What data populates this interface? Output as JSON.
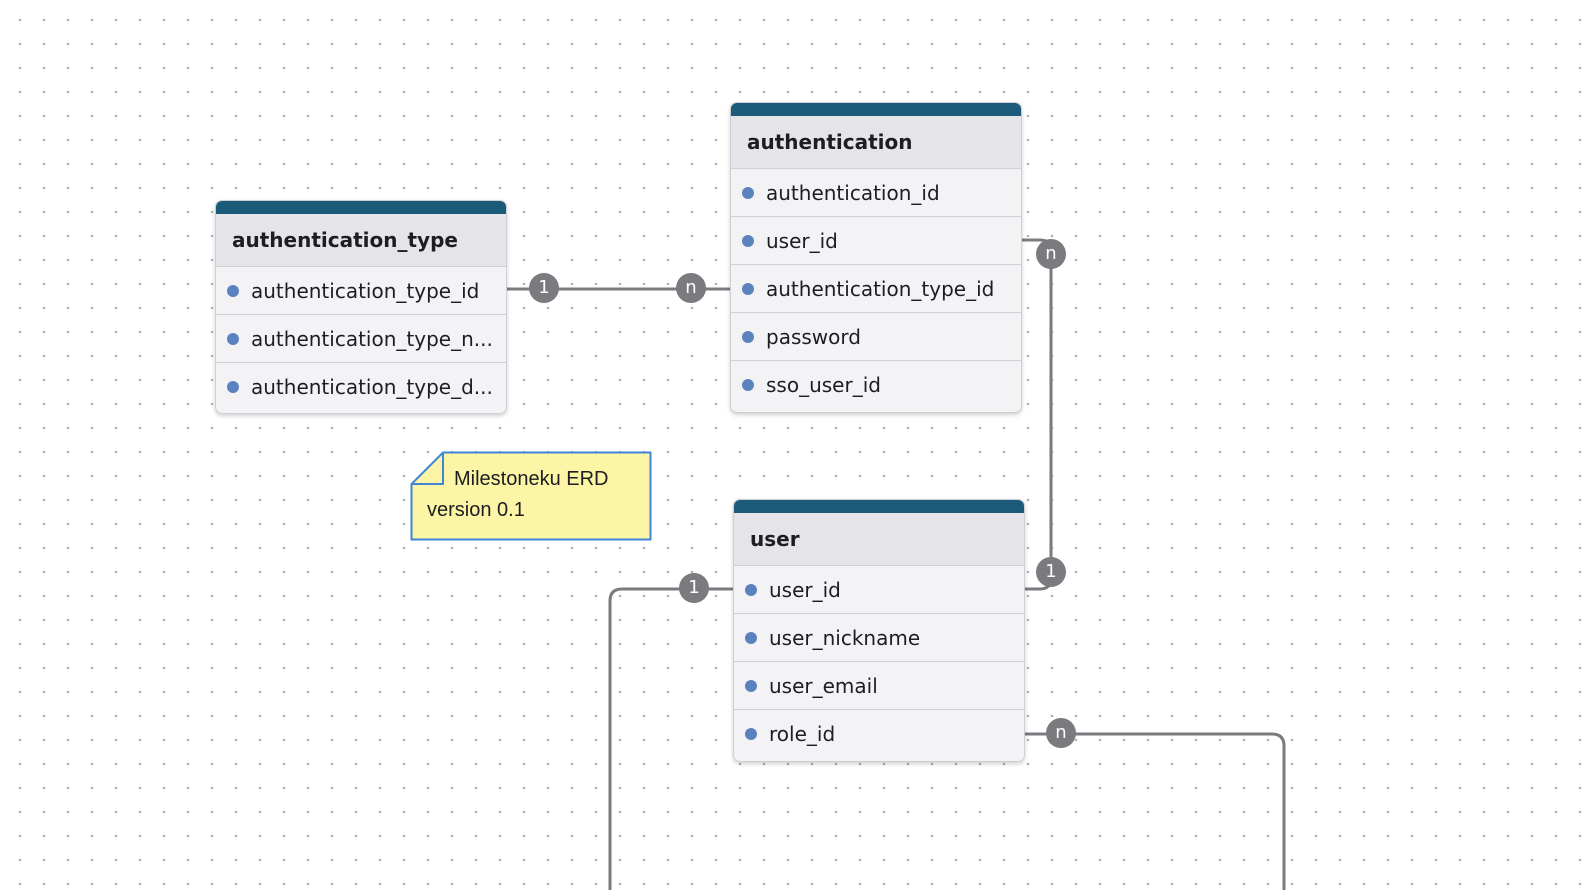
{
  "tables": {
    "authentication_type": {
      "title": "authentication_type",
      "columns": [
        "authentication_type_id",
        "authentication_type_n...",
        "authentication_type_d..."
      ]
    },
    "authentication": {
      "title": "authentication",
      "columns": [
        "authentication_id",
        "user_id",
        "authentication_type_id",
        "password",
        "sso_user_id"
      ]
    },
    "user": {
      "title": "user",
      "columns": [
        "user_id",
        "user_nickname",
        "user_email",
        "role_id"
      ]
    }
  },
  "relations": [
    {
      "from": "authentication_type.authentication_type_id",
      "to": "authentication.authentication_type_id",
      "from_cardinality": "1",
      "to_cardinality": "n"
    },
    {
      "from": "user.user_id",
      "to": "authentication.user_id",
      "from_cardinality": "1",
      "to_cardinality": "n"
    },
    {
      "from": "user.user_id",
      "to": "",
      "from_cardinality": "1",
      "to_cardinality": ""
    },
    {
      "from": "user.role_id",
      "to": "",
      "from_cardinality": "n",
      "to_cardinality": ""
    }
  ],
  "note": {
    "line1": "Milestoneku ERD",
    "line2": "version 0.1"
  },
  "colors": {
    "header_bar": "#1b5a78",
    "column_dot": "#5b82bf",
    "edge": "#7b7b7f",
    "note_fill": "#fbf5a5",
    "note_border": "#3f86d6"
  }
}
